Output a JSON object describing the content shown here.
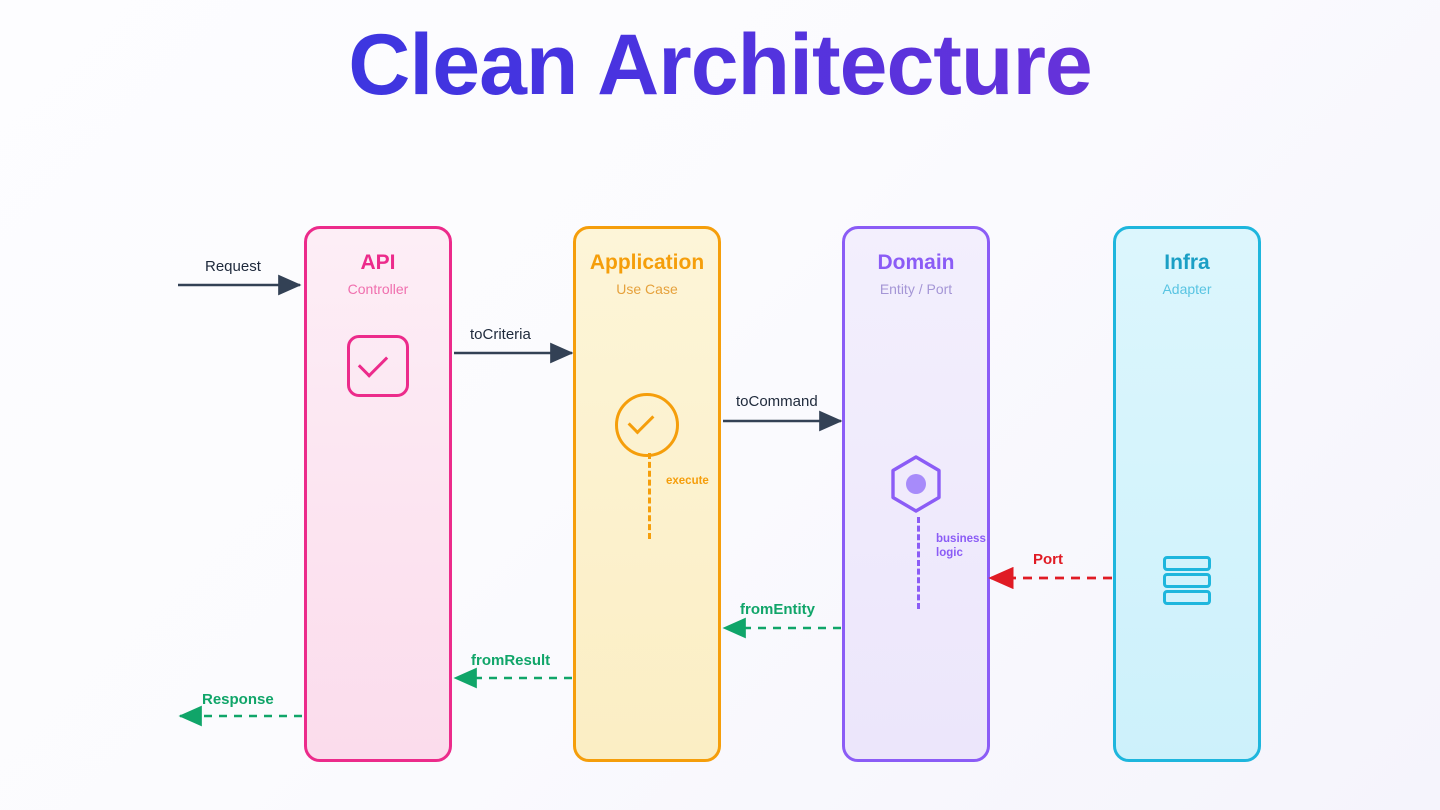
{
  "page": {
    "title": "Clean Architecture",
    "background_from": "#fdfdff",
    "background_to": "#f5f4fc",
    "title_gradient_from": "#2f3ae0",
    "title_gradient_to": "#7c32d6"
  },
  "layers": [
    {
      "id": "api",
      "title": "API",
      "subtitle": "Controller",
      "accent": "#ec2b8b",
      "fill_from": "#fdeef6",
      "fill_to": "#fbdcec",
      "subtitle_color": "#f06fae",
      "icon": "square-check-icon"
    },
    {
      "id": "application",
      "title": "Application",
      "subtitle": "Use Case",
      "accent": "#f59e0b",
      "fill_from": "#fdf5d8",
      "fill_to": "#fbeec4",
      "subtitle_color": "#e6a13c",
      "icon": "circle-check-icon",
      "inner_flow_label": "execute"
    },
    {
      "id": "domain",
      "title": "Domain",
      "subtitle": "Entity / Port",
      "accent": "#8b5cf6",
      "fill_from": "#f3effd",
      "fill_to": "#ece6fb",
      "subtitle_color": "#a596d6",
      "icon": "hexagon-dot-icon",
      "inner_flow_label": "business\nlogic"
    },
    {
      "id": "infra",
      "title": "Infra",
      "subtitle": "Adapter",
      "accent": "#1eb6dd",
      "fill_from": "#dcf6fd",
      "fill_to": "#cdf1fb",
      "subtitle_color": "#58c4e2",
      "icon": "database-stack-icon"
    }
  ],
  "arrows": {
    "forward": [
      {
        "id": "request",
        "label": "Request",
        "color": "#334155",
        "from": "outside",
        "to": "api"
      },
      {
        "id": "to-criteria",
        "label": "toCriteria",
        "color": "#334155",
        "from": "api",
        "to": "application"
      },
      {
        "id": "to-command",
        "label": "toCommand",
        "color": "#334155",
        "from": "application",
        "to": "domain"
      }
    ],
    "return": [
      {
        "id": "from-entity",
        "label": "fromEntity",
        "color": "#10a569",
        "from": "domain",
        "to": "application"
      },
      {
        "id": "from-result",
        "label": "fromResult",
        "color": "#10a569",
        "from": "application",
        "to": "api"
      },
      {
        "id": "response",
        "label": "Response",
        "color": "#10a569",
        "from": "api",
        "to": "outside"
      }
    ],
    "port": [
      {
        "id": "port",
        "label": "Port",
        "color": "#e01b24",
        "from": "infra",
        "to": "domain"
      }
    ]
  }
}
